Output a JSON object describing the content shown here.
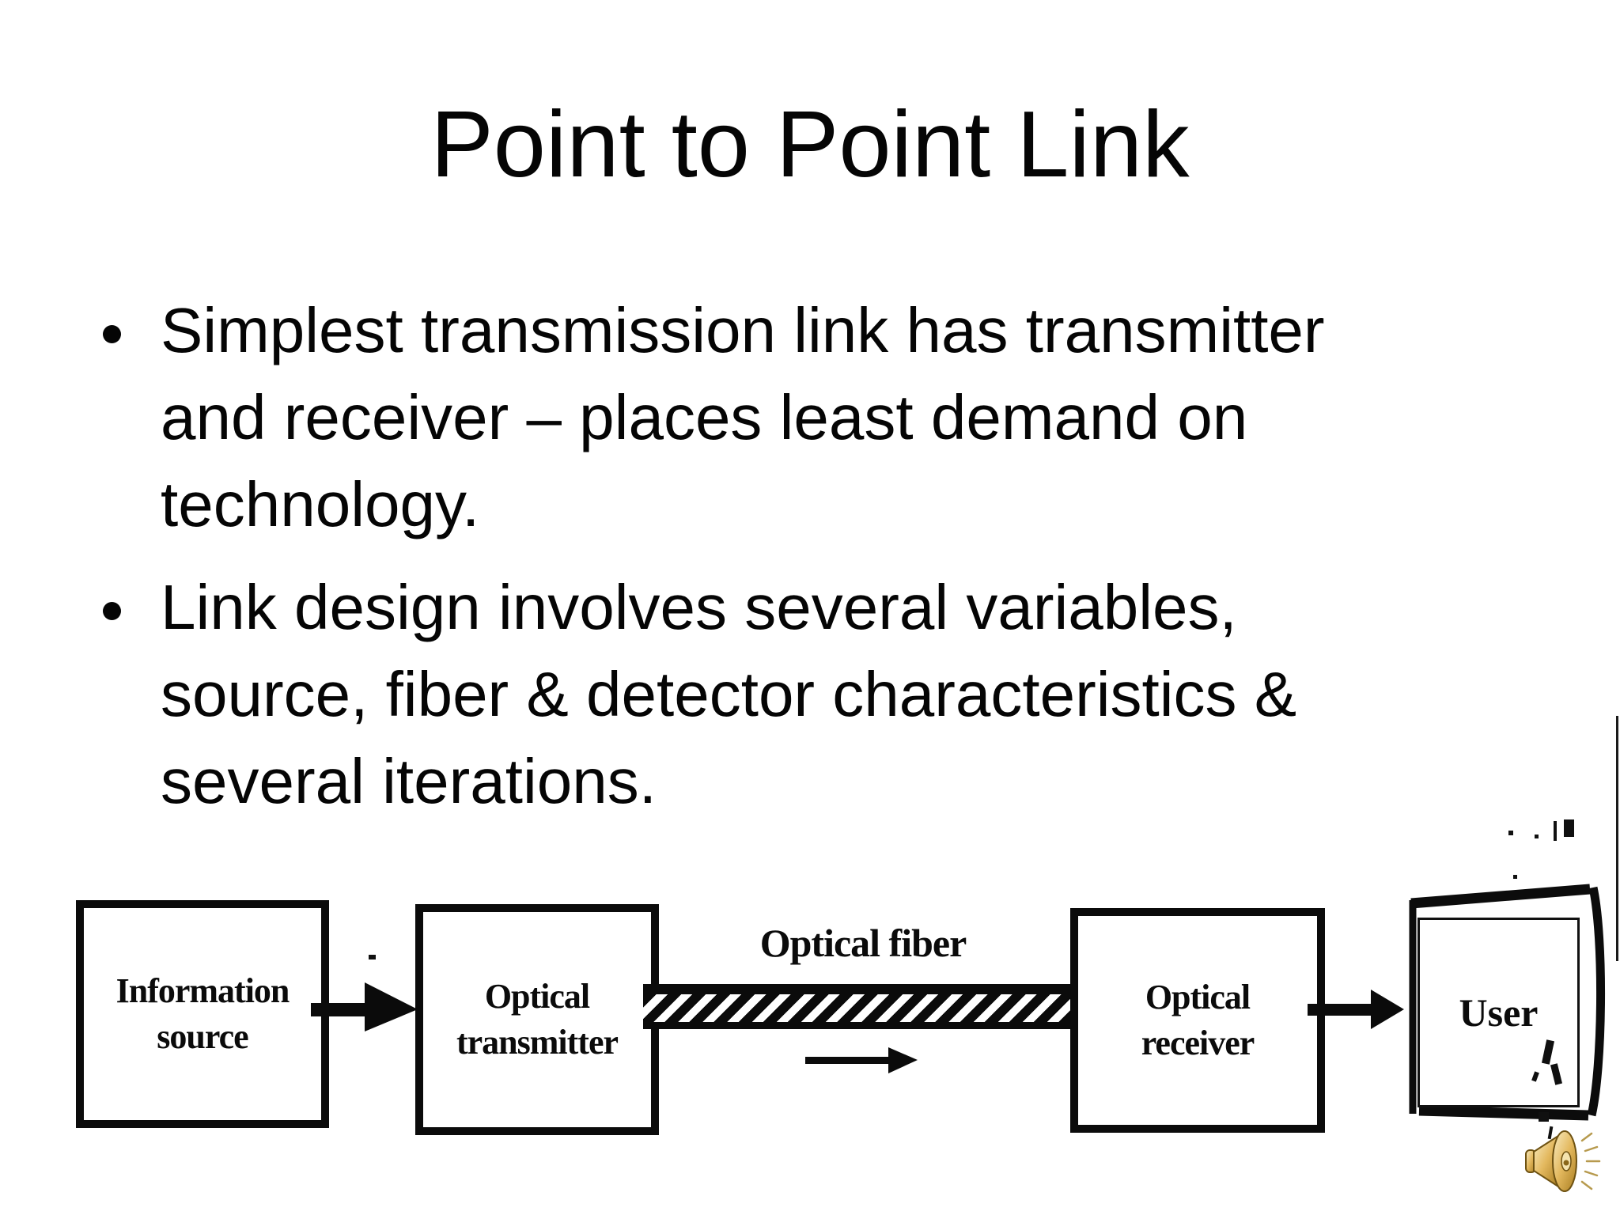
{
  "slide": {
    "title": "Point to Point Link",
    "bullets": [
      {
        "text": "Simplest transmission link has transmitter\nand receiver – places least demand on\ntechnology."
      },
      {
        "text": "Link design involves several variables,\nsource, fiber & detector characteristics &\nseveral iterations."
      }
    ]
  },
  "diagram": {
    "nodes": [
      {
        "label": "Information\nsource"
      },
      {
        "label": "Optical\ntransmitter"
      },
      {
        "label": "Optical\nreceiver"
      },
      {
        "label": "User"
      }
    ],
    "fiber_label": "Optical fiber",
    "flow": "Information source → Optical transmitter → Optical fiber → Optical receiver → User"
  },
  "icons": {
    "audio": "speaker-icon"
  },
  "colors": {
    "background": "#ffffff",
    "text": "#050505",
    "diagram_ink": "#0b0b0b",
    "speaker_gold": "#e3b85e"
  }
}
